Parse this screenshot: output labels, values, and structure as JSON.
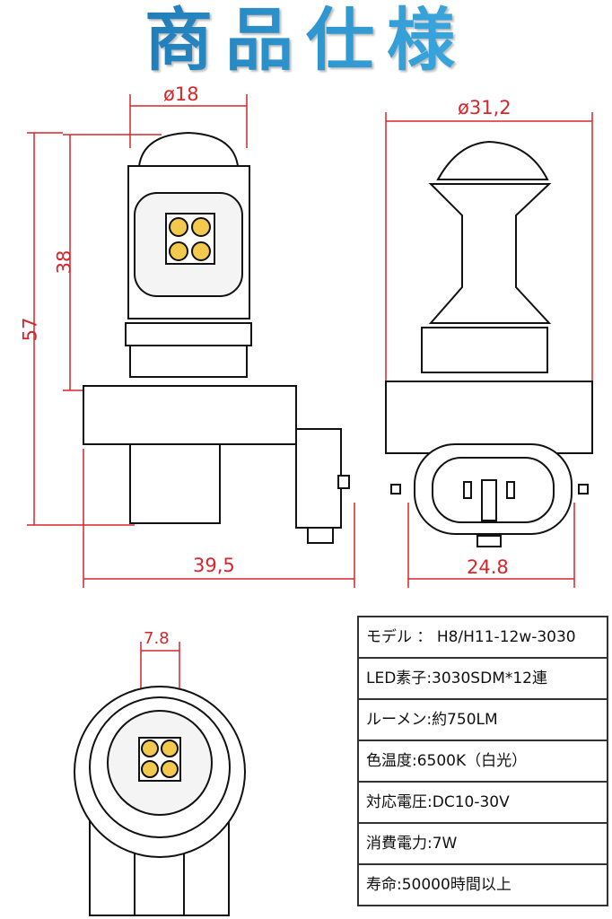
{
  "title": "商品仕様",
  "dimensions": {
    "side_diameter": "ø18",
    "side_height_upper": "38",
    "side_height_total": "57",
    "side_width": "39,5",
    "back_diameter": "ø31,2",
    "back_width": "24.8",
    "front_led_width": "7.8"
  },
  "specs": [
    {
      "label": "モデル",
      "sep": " ： ",
      "value": "H8/H11-12w-3030"
    },
    {
      "label": "LED素子",
      "sep": ":",
      "value": "3030SDM*12連"
    },
    {
      "label": "ルーメン",
      "sep": ":",
      "value": "約750LM"
    },
    {
      "label": "色温度",
      "sep": ":",
      "value": "6500K（白光）"
    },
    {
      "label": "対応電圧",
      "sep": ":",
      "value": "DC10-30V"
    },
    {
      "label": "消費電力",
      "sep": ":",
      "value": "7W"
    },
    {
      "label": "寿命",
      "sep": ":",
      "value": "50000時間以上"
    }
  ],
  "colors": {
    "dimension": "#d7262b",
    "title_dark": "#1668a3",
    "title_light": "#45b6ea",
    "led": "#f2c94c"
  }
}
